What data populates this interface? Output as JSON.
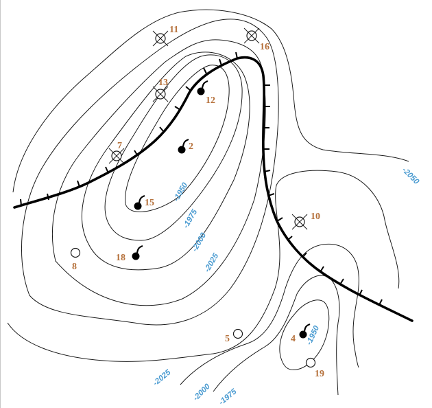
{
  "colors": {
    "contour": "#1a1a1a",
    "fault": "#000000",
    "well_label": "#b5703a",
    "contour_label": "#4a9bd1"
  },
  "contour_labels": [
    "-2050",
    "-1950",
    "-1975",
    "-2000",
    "-2025",
    "-1950",
    "-2025",
    "-2000",
    "-1975"
  ],
  "wells": [
    {
      "label": "11",
      "status": "dry-hole",
      "icon": "plugged-well-icon"
    },
    {
      "label": "16",
      "status": "dry-hole",
      "icon": "plugged-well-icon"
    },
    {
      "label": "13",
      "status": "dry-hole",
      "icon": "plugged-well-icon"
    },
    {
      "label": "12",
      "status": "oil-producer",
      "icon": "oil-well-icon"
    },
    {
      "label": "7",
      "status": "dry-hole",
      "icon": "plugged-well-icon"
    },
    {
      "label": "2",
      "status": "oil-producer",
      "icon": "oil-well-icon"
    },
    {
      "label": "15",
      "status": "oil-producer",
      "icon": "oil-well-icon"
    },
    {
      "label": "10",
      "status": "dry-hole",
      "icon": "plugged-well-icon"
    },
    {
      "label": "8",
      "status": "location",
      "icon": "open-circle-well-icon"
    },
    {
      "label": "18",
      "status": "oil-producer",
      "icon": "oil-well-icon"
    },
    {
      "label": "5",
      "status": "location",
      "icon": "open-circle-well-icon"
    },
    {
      "label": "4",
      "status": "oil-producer",
      "icon": "oil-well-icon"
    },
    {
      "label": "19",
      "status": "location",
      "icon": "open-circle-well-icon"
    }
  ]
}
